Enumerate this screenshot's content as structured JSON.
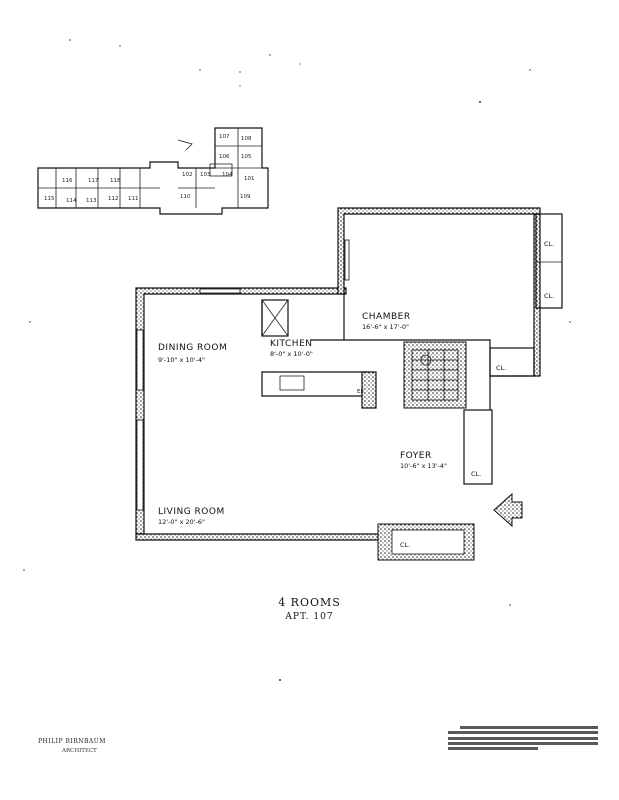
{
  "caption": {
    "rooms": "4 ROOMS",
    "apt": "APT. 107"
  },
  "rooms": {
    "dining": {
      "name": "DINING ROOM",
      "dims": "9'-10\" x 10'-4\""
    },
    "kitchen": {
      "name": "KITCHEN",
      "dims": "8'-0\" x 10'-0\""
    },
    "chamber": {
      "name": "CHAMBER",
      "dims": "16'-6\" x 17'-0\""
    },
    "foyer": {
      "name": "FOYER",
      "dims": "10'-6\" x 13'-4\""
    },
    "living": {
      "name": "LIVING ROOM",
      "dims": "12'-0\" x 20'-6\""
    }
  },
  "closets": {
    "cl1": "CL.",
    "cl2": "CL.",
    "cl3": "CL.",
    "cl4": "CL.",
    "cl5": "CL."
  },
  "key_plan": {
    "labels": [
      "108",
      "107",
      "105",
      "106",
      "103",
      "104",
      "102",
      "101",
      "116",
      "117",
      "118",
      "115",
      "114",
      "113",
      "112",
      "111",
      "110",
      "109"
    ]
  },
  "footer": {
    "architect": "PHILIP BIRNBAUM",
    "architect_sub": "ARCHITECT"
  },
  "colors": {
    "ink": "#1a1a1a",
    "paper": "#ffffff"
  }
}
